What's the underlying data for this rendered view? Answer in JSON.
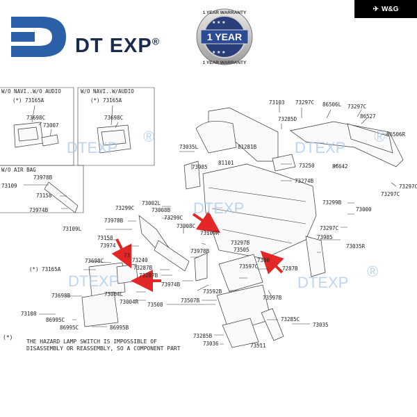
{
  "header": {
    "badge": "W&G",
    "brand_name": "DT EXP",
    "brand_registered": "®",
    "seal_line1": "1 YEAR WARRANTY",
    "seal_main": "1 YEAR",
    "seal_line3": "1 YEAR WARRANTY"
  },
  "watermark": {
    "text": "DTEXP",
    "registered": "®"
  },
  "insets": {
    "top_left_title": "W/O NAVI..W/O AUDIO",
    "top_mid_title": "W/O NAVI..W/AUDIO",
    "airbag_title": "W/O AIR BAG"
  },
  "parts": {
    "p73165A_1": "(*) 73165A",
    "p73698C_1": "73698C",
    "p73007": "73007",
    "p73165A_2": "(*) 73165A",
    "p73698C_2": "73698C",
    "p73978B_1": "73978B",
    "p73109": "73109",
    "p73158_1": "73158",
    "p73974B_1": "73974B",
    "p73035L": "73035L",
    "p73985_1": "73985",
    "p73103": "73103",
    "p81281B": "81281B",
    "p73285D": "73285D",
    "p73297C_1": "73297C",
    "p86506L": "86506L",
    "p73297C_2": "73297C",
    "p86527": "86527",
    "p86506R": "86506R",
    "p81101": "81101",
    "p73250": "73250",
    "p86642": "86642",
    "p73274B": "73274B",
    "p73297C_3": "73297C",
    "p73297C_4": "73297C",
    "p73002L": "73002L",
    "p73299C_1": "73299C",
    "p73008B": "73008B",
    "p73299C_2": "73299C",
    "p73978B_2": "73978B",
    "p73109L": "73109L",
    "p73158_2": "73158",
    "p73974": "73974",
    "p73008C": "73008C",
    "p73109R": "73109R",
    "p73978B_3": "73978B",
    "p73299B": "73299B",
    "p73000": "73000",
    "p73297C_5": "73297C",
    "p73985_2": "73985",
    "p73035R": "73035R",
    "p73297B": "73297B",
    "p73505": "73505",
    "p73597C": "73597C",
    "p73003": "7300",
    "p73287B_1": "7287B",
    "p73240": "73240",
    "p73287B_2": "73287B",
    "p73287B_3": "73287B",
    "p73974B_2": "73974B",
    "p73592B": "73592B",
    "p73597B": "73597B",
    "p73698C_3": "73698C",
    "p73165A_3": "(*) 73165A",
    "p73B": "73",
    "p73004L": "73004L",
    "p73004R": "73004R",
    "p73507B": "73507B",
    "p73508": "73508",
    "p73698B": "73698B",
    "p73108": "73108",
    "p86995C_1": "86995C",
    "p86995C_2": "86995C",
    "p86995B": "86995B",
    "p73285C": "73285C",
    "p73035": "73035",
    "p73285B": "73285B",
    "p73036": "73036",
    "p73511": "73511"
  },
  "note": {
    "mark": "(*)",
    "line1": "THE HAZARD LAMP SWITCH IS IMPOSSIBLE OF",
    "line2": "DISASSEMBLY OR REASSEMBLY, SO A COMPONENT PART"
  },
  "colors": {
    "brand_blue": "#2b5fa8",
    "arrow_red": "#e32626",
    "watermark": "#a9c8ea"
  }
}
